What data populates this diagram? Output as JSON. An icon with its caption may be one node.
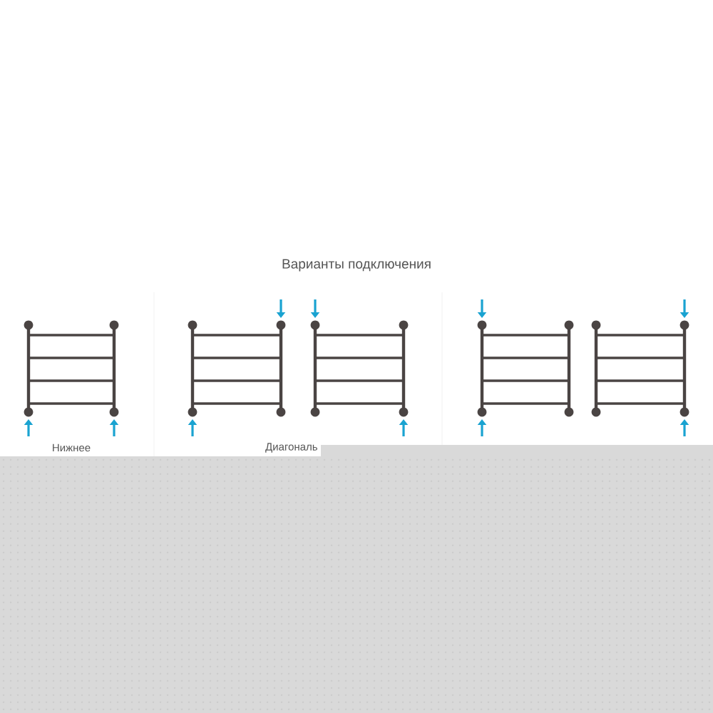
{
  "diagram": {
    "title": "Варианты подключения",
    "labels": [
      "Нижнее",
      "Диагональ"
    ]
  }
}
